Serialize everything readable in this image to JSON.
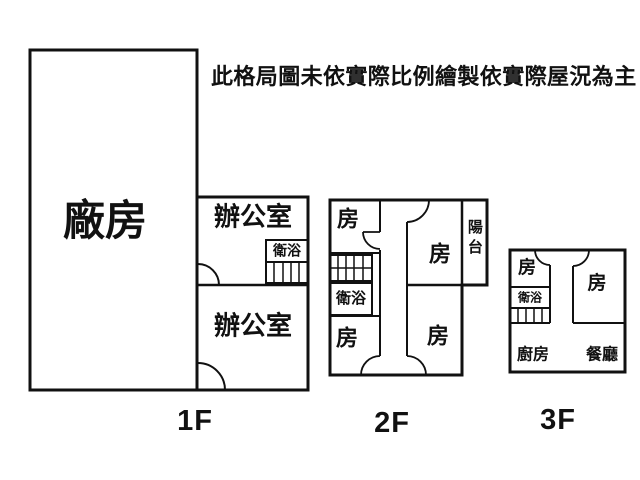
{
  "title": "此格局圖未依實際比例繪製依實際屋況為主",
  "colors": {
    "wall": "#111111",
    "background": "#ffffff"
  },
  "floors": [
    {
      "name": "1F",
      "rooms": {
        "factory": "廠房",
        "office_top": "辦公室",
        "office_bottom": "辦公室",
        "bathroom": "衛浴"
      }
    },
    {
      "name": "2F",
      "rooms": {
        "room_tl": "房",
        "room_tr": "房",
        "room_bl": "房",
        "room_br": "房",
        "bathroom": "衛浴",
        "balcony": "陽台"
      }
    },
    {
      "name": "3F",
      "rooms": {
        "room_tl": "房",
        "room_tr": "房",
        "bathroom": "衛浴",
        "kitchen": "廚房",
        "dining": "餐廳"
      }
    }
  ]
}
